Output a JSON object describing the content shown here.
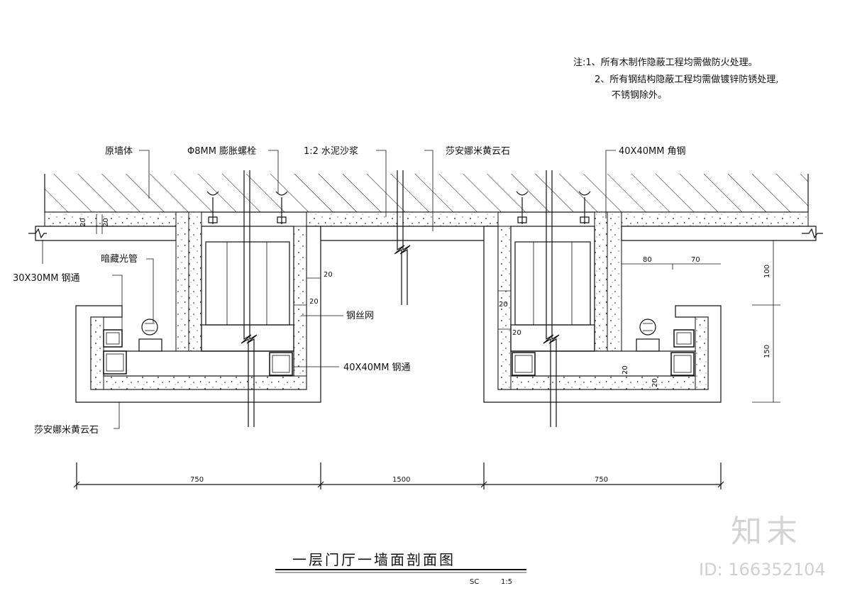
{
  "notes": {
    "line1": "注:1、所有木制作隐蔽工程均需做防火处理。",
    "line2": "2、所有钢结构隐蔽工程均需做镀锌防锈处理,",
    "line3": "不锈钢除外。"
  },
  "labels": {
    "original_wall": "原墙体",
    "bolt": "Φ8MM 膨胀螺栓",
    "cement_mortar": "1:2 水泥沙浆",
    "marble_top": "莎安娜米黄云石",
    "angle_steel": "40X40MM 角钢",
    "small_tube": "30X30MM 钢通",
    "concealed_tube": "暗藏光管",
    "steel_mesh": "钢丝网",
    "big_tube": "40X40MM 钢通",
    "marble_bottom": "莎安娜米黄云石"
  },
  "dimensions": {
    "seg1": "750",
    "seg2": "1500",
    "seg3": "750",
    "d20": "20",
    "d80": "80",
    "d70": "70",
    "d100": "100",
    "d150": "150"
  },
  "title": {
    "main": "一层门厅一墙面剖面图",
    "sc": "SC",
    "scale": "1:5"
  },
  "watermark": {
    "brand": "知末",
    "id": "ID: 166352104"
  }
}
